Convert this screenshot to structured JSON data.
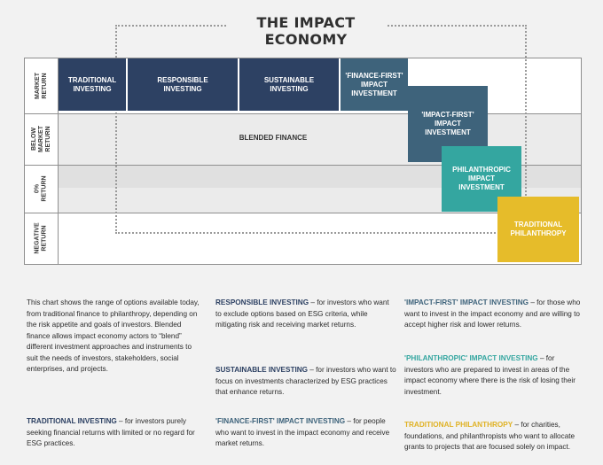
{
  "title": "THE IMPACT ECONOMY",
  "row_labels": {
    "market": "MARKET\nRETURN",
    "below": "BELOW\nMARKET\nRETURN",
    "zero": "0%\nRETURN",
    "negative": "NEGATIVE\nRETURN"
  },
  "boxes": {
    "traditional_investing": "TRADITIONAL\nINVESTING",
    "responsible_investing": "RESPONSIBLE\nINVESTING",
    "sustainable_investing": "SUSTAINABLE\nINVESTING",
    "finance_first": "'FINANCE-FIRST'\nIMPACT\nINVESTMENT",
    "impact_first": "'IMPACT-FIRST'\nIMPACT\nINVESTMENT",
    "philanthropic": "PHILANTHROPIC\nIMPACT\nINVESTMENT",
    "traditional_philanthropy": "TRADITIONAL\nPHILANTHROPY",
    "blended_finance": "BLENDED FINANCE"
  },
  "colors": {
    "navy": "#2d4163",
    "steel": "#3e637b",
    "teal": "#34a6a0",
    "gold": "#e6bc2a"
  },
  "intro": "This chart shows the range of options available today, from traditional finance to philanthropy, depending on the risk appetite and goals of investors. Blended finance allows impact economy actors to “blend” different investment approaches and instruments to suit the needs of investors, stakeholders, social enterprises, and projects.",
  "descriptions": {
    "traditional_investing": {
      "term": "TRADITIONAL INVESTING",
      "text": " – for investors purely seeking financial returns with limited or no regard for ESG practices."
    },
    "responsible_investing": {
      "term": "RESPONSIBLE INVESTING",
      "text": " – for investors who want to exclude options based on ESG criteria, while mitigating risk and receiving market returns."
    },
    "sustainable_investing": {
      "term": "SUSTAINABLE INVESTING",
      "text": " – for investors who want to focus on investments characterized by ESG practices that enhance returns."
    },
    "finance_first": {
      "term": "'FINANCE-FIRST' IMPACT INVESTING",
      "text": " – for people who want to invest in the impact economy and receive market returns."
    },
    "impact_first": {
      "term": "'IMPACT-FIRST' IMPACT INVESTING",
      "text": " – for those who want to invest in the impact economy and are willing to accept higher risk and lower returns."
    },
    "philanthropic": {
      "term": "'PHILANTHROPIC' IMPACT INVESTING",
      "text": " – for investors who are prepared to invest in areas of the impact economy where there is the risk of losing their investment."
    },
    "traditional_philanthropy": {
      "term": "TRADITIONAL PHILANTHROPY",
      "text": " – for charities, foundations, and philanthropists who want to allocate grants to projects that are focused solely on impact."
    }
  }
}
